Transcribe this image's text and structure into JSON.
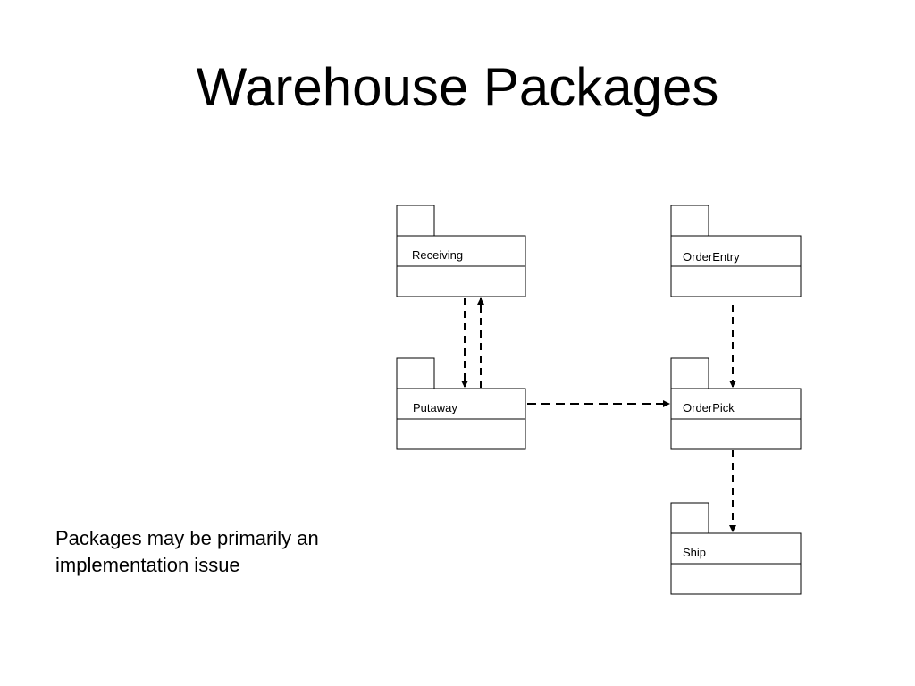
{
  "slide": {
    "title": "Warehouse Packages",
    "note": "Packages may be primarily an implementation issue"
  },
  "packages": {
    "receiving": "Receiving",
    "order_entry": "OrderEntry",
    "putaway": "Putaway",
    "order_pick": "OrderPick",
    "ship": "Ship"
  },
  "dependencies": [
    {
      "from": "Receiving",
      "to": "Putaway"
    },
    {
      "from": "Putaway",
      "to": "Receiving"
    },
    {
      "from": "OrderEntry",
      "to": "OrderPick"
    },
    {
      "from": "Putaway",
      "to": "OrderPick"
    },
    {
      "from": "OrderPick",
      "to": "Ship"
    }
  ],
  "colors": {
    "line": "#000000",
    "background": "#ffffff"
  }
}
